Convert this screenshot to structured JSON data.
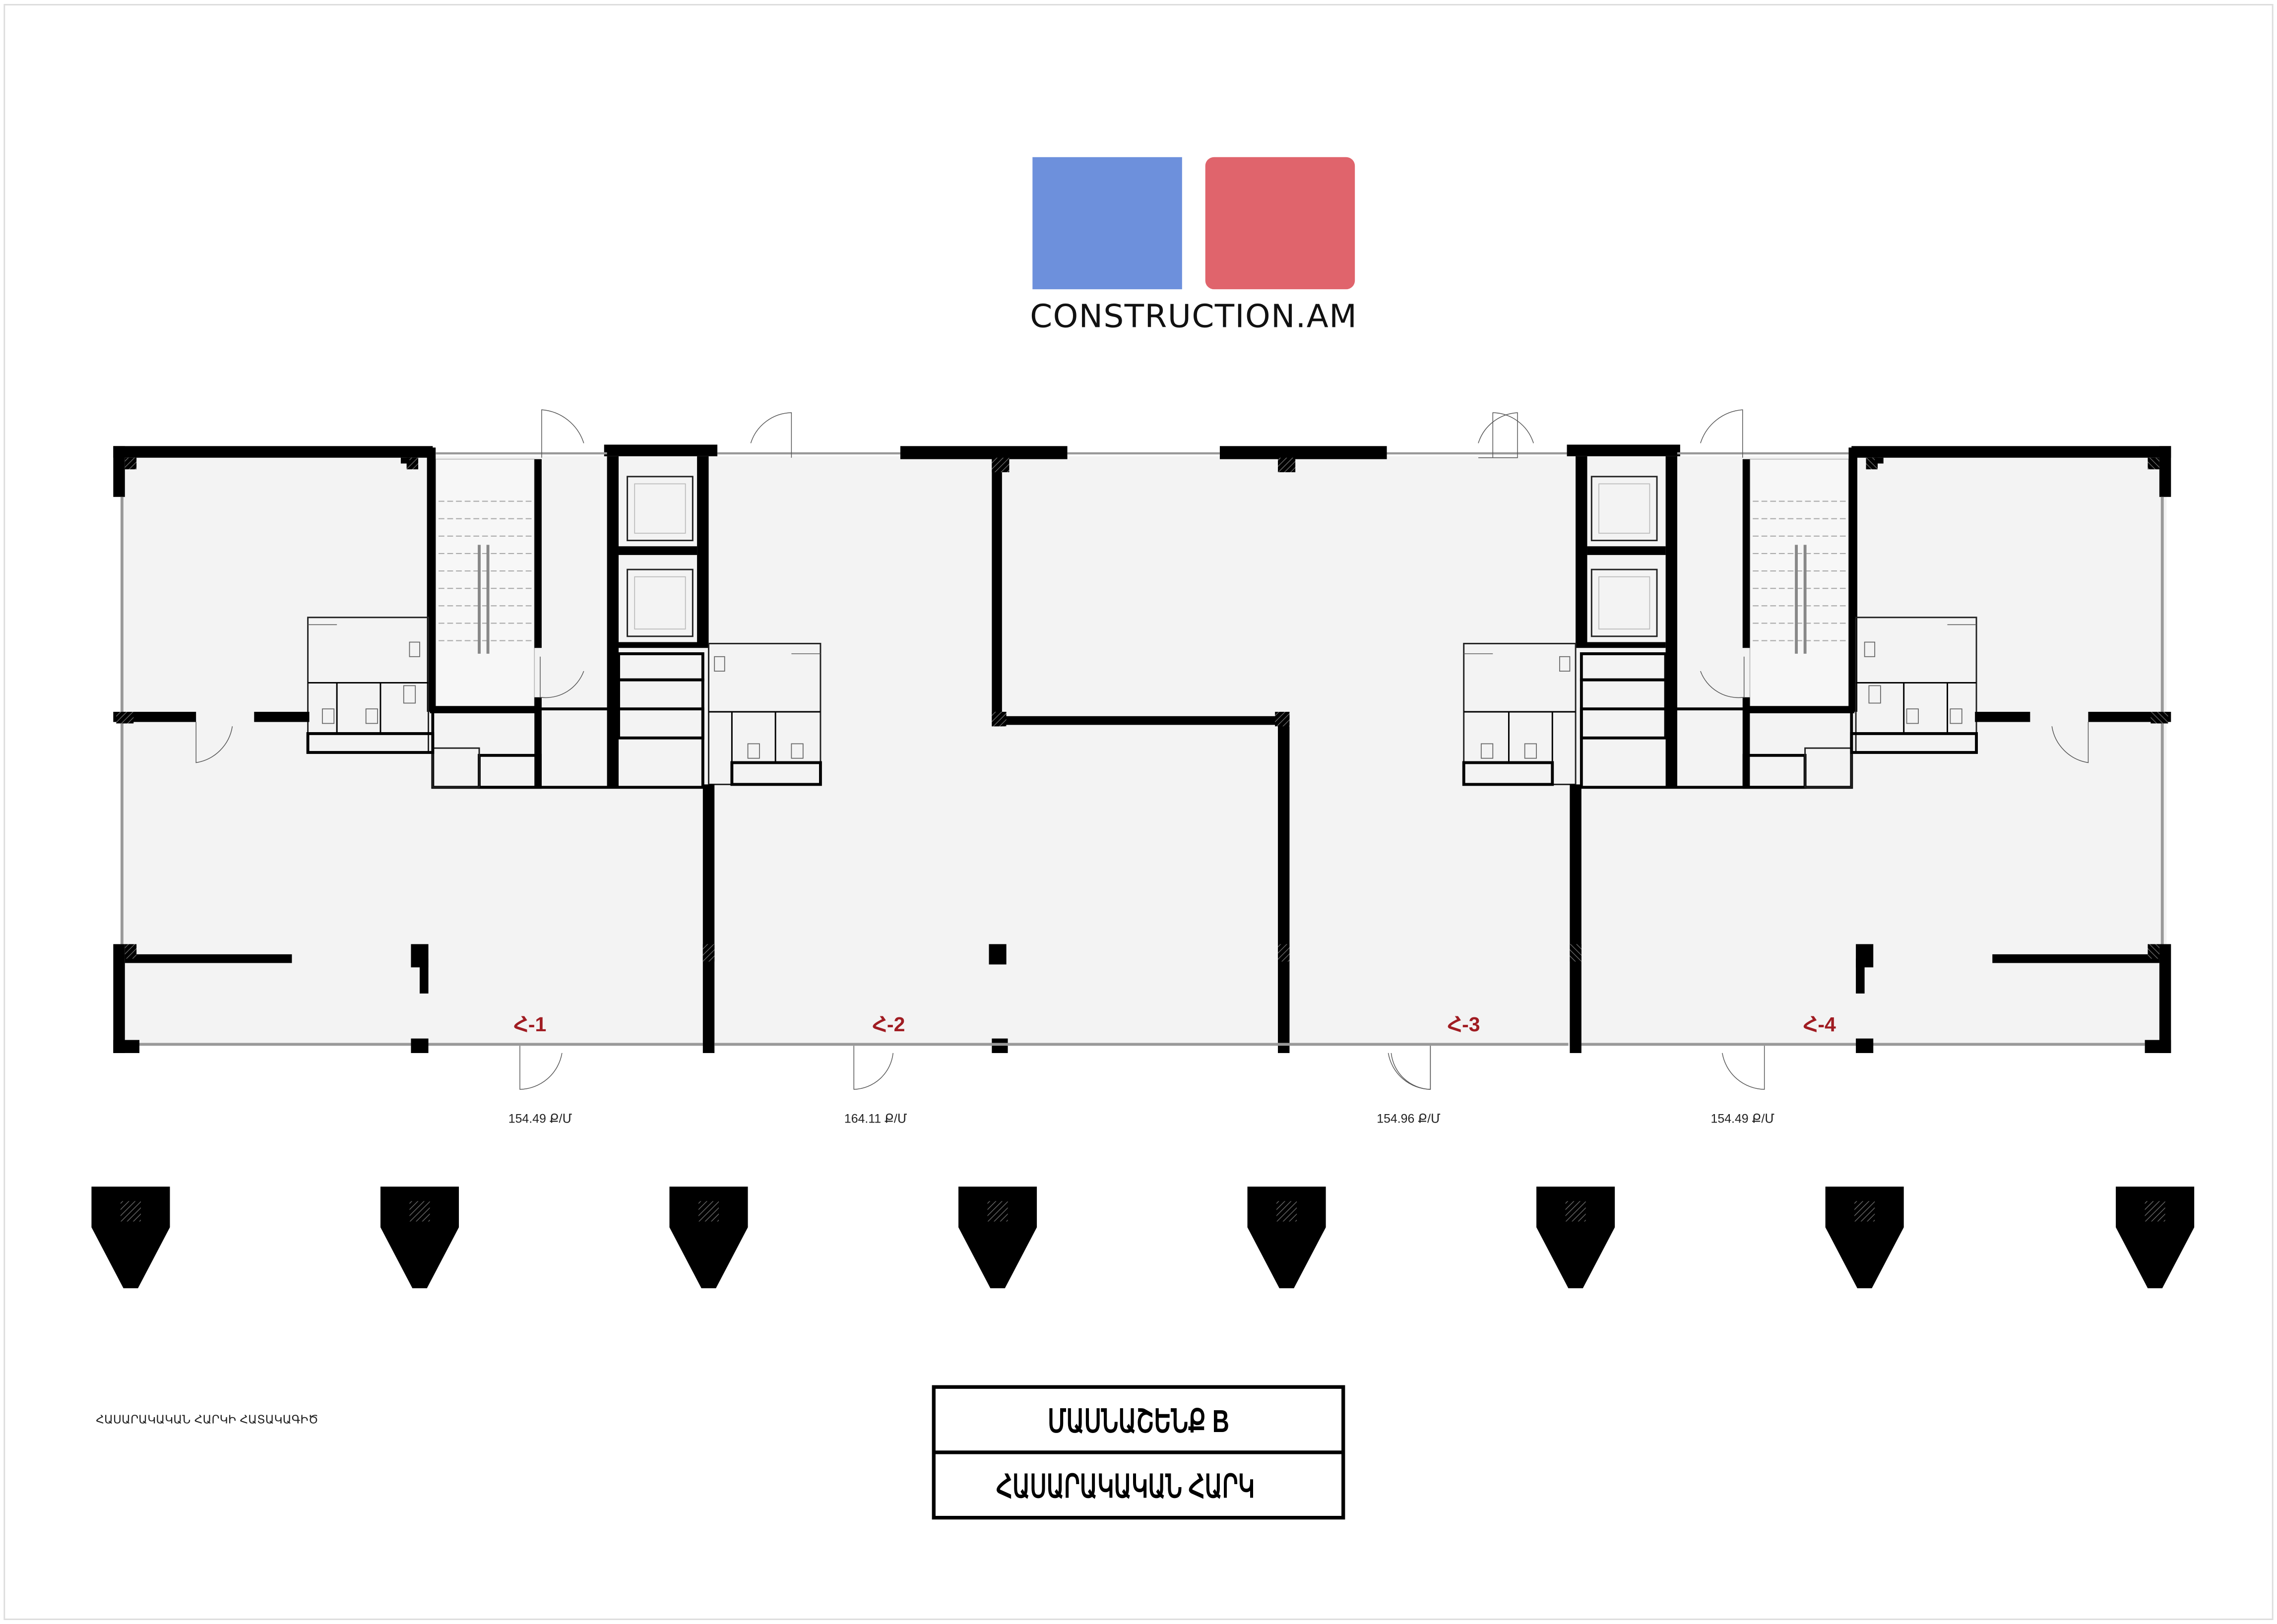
{
  "logo": {
    "text": "CONSTRUCTION.AM",
    "colors": {
      "blue": "#6d90dc",
      "red": "#e0646c"
    }
  },
  "units": [
    {
      "label": "Հ-1",
      "area": "154.49 Ք/Մ"
    },
    {
      "label": "Հ-2",
      "area": "164.11 Ք/Մ"
    },
    {
      "label": "Հ-3",
      "area": "154.96 Ք/Մ"
    },
    {
      "label": "Հ-4",
      "area": "154.49 Ք/Մ"
    }
  ],
  "unit_label_color": "#a01c22",
  "parking_spaces_count": 8,
  "title_block": {
    "title": "ՄԱՍՆԱՇԵՆՔ B",
    "subtitle": "ՀԱՍԱՐԱԿԱԿԱՆ ՀԱՐԿ"
  },
  "caption": "ՀԱՍԱՐԱԿԱԿԱՆ ՀԱՐԿԻ ՀԱՏԱԿԱԳԻԾ"
}
